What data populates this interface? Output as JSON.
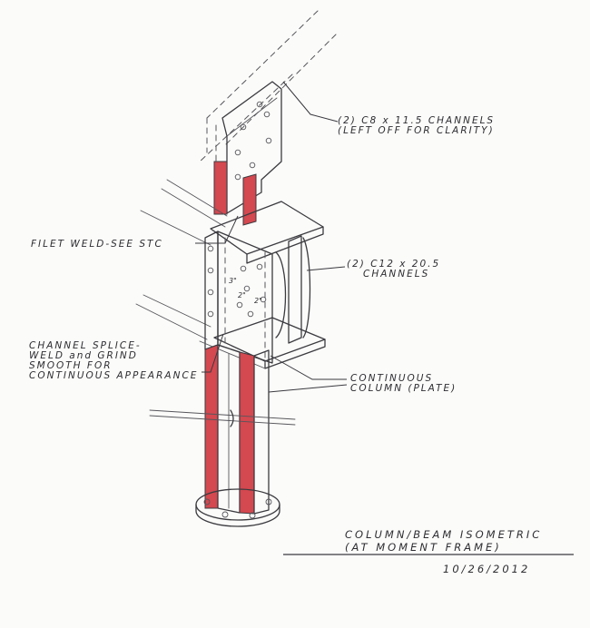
{
  "notes": {
    "top_channels": [
      "(2) C8 x 11.5 CHANNELS",
      "(LEFT OFF FOR CLARITY)"
    ],
    "fillet_weld": "FILET WELD-SEE STC",
    "mid_channels": [
      "(2) C12 x 20.5",
      "CHANNELS"
    ],
    "splice": [
      "CHANNEL SPLICE-",
      "WELD and GRIND",
      "SMOOTH FOR",
      "CONTINUOUS APPEARANCE"
    ],
    "column": [
      "CONTINUOUS",
      "COLUMN (PLATE)"
    ],
    "dim_vertical": "3\"",
    "dim_diag_left": "2\"",
    "dim_diag_right": "2\""
  },
  "title_block": {
    "title_lines": [
      "COLUMN/BEAM ISOMETRIC",
      "(AT MOMENT FRAME)"
    ],
    "date": "10/26/2012"
  },
  "colors": {
    "paper": "#fbfbf9",
    "pencil": "#3b3b40",
    "steel_plate": "#d4484f",
    "steel_shade": "#e6e6e3"
  }
}
